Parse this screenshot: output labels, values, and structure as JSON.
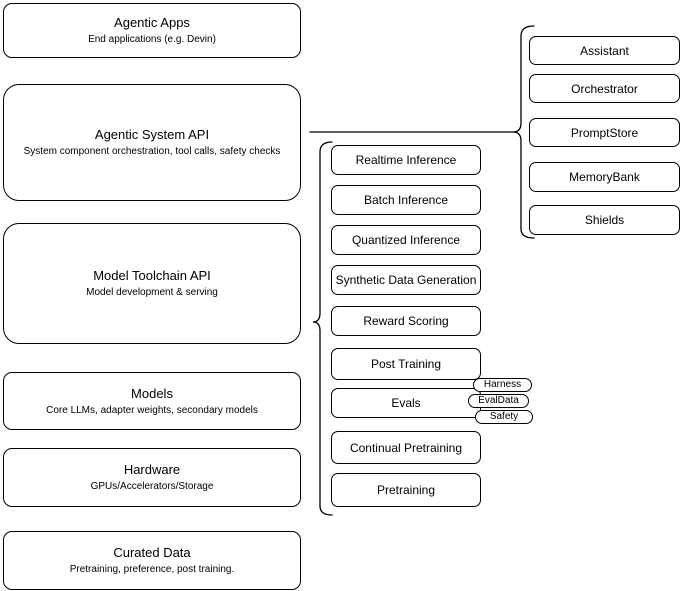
{
  "colors": {
    "background": "#ffffff",
    "stroke": "#000000",
    "text": "#000000"
  },
  "stack": {
    "boxes": [
      {
        "title": "Agentic Apps",
        "subtitle": "End applications (e.g. Devin)"
      },
      {
        "title": "Agentic System API",
        "subtitle": "System component orchestration, tool calls, safety checks"
      },
      {
        "title": "Model Toolchain API",
        "subtitle": "Model development & serving"
      },
      {
        "title": "Models",
        "subtitle": "Core LLMs, adapter weights, secondary models"
      },
      {
        "title": "Hardware",
        "subtitle": "GPUs/Accelerators/Storage"
      },
      {
        "title": "Curated Data",
        "subtitle": "Pretraining, preference, post training."
      }
    ]
  },
  "toolchain_group": {
    "items": [
      "Realtime Inference",
      "Batch Inference",
      "Quantized Inference",
      "Synthetic Data Generation",
      "Reward Scoring",
      "Post Training",
      "Evals",
      "Continual Pretraining",
      "Pretraining"
    ],
    "eval_pills": [
      "Harness",
      "EvalData",
      "Safety"
    ]
  },
  "system_group": {
    "items": [
      "Assistant",
      "Orchestrator",
      "PromptStore",
      "MemoryBank",
      "Shields"
    ]
  }
}
